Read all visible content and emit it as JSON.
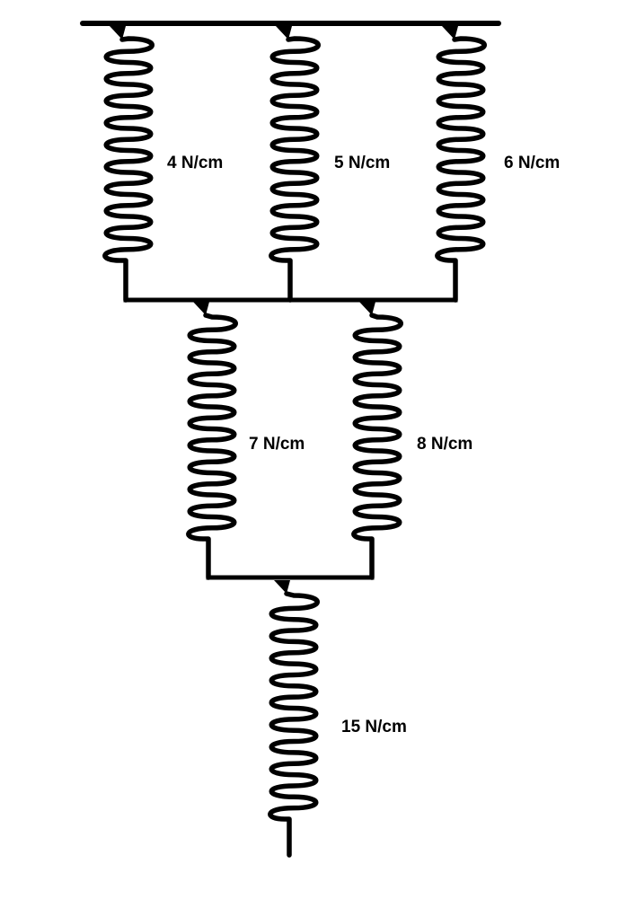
{
  "diagram": {
    "type": "spring-system",
    "line_color": "#000000",
    "background": "#ffffff",
    "levels": [
      {
        "arrangement": "parallel",
        "springs": [
          {
            "id": "spring-1",
            "label": "4 N/cm",
            "k": 4,
            "unit": "N/cm"
          },
          {
            "id": "spring-2",
            "label": "5 N/cm",
            "k": 5,
            "unit": "N/cm"
          },
          {
            "id": "spring-3",
            "label": "6 N/cm",
            "k": 6,
            "unit": "N/cm"
          }
        ]
      },
      {
        "arrangement": "parallel",
        "springs": [
          {
            "id": "spring-4",
            "label": "7 N/cm",
            "k": 7,
            "unit": "N/cm"
          },
          {
            "id": "spring-5",
            "label": "8 N/cm",
            "k": 8,
            "unit": "N/cm"
          }
        ]
      },
      {
        "arrangement": "single",
        "springs": [
          {
            "id": "spring-6",
            "label": "15 N/cm",
            "k": 15,
            "unit": "N/cm"
          }
        ]
      }
    ]
  }
}
